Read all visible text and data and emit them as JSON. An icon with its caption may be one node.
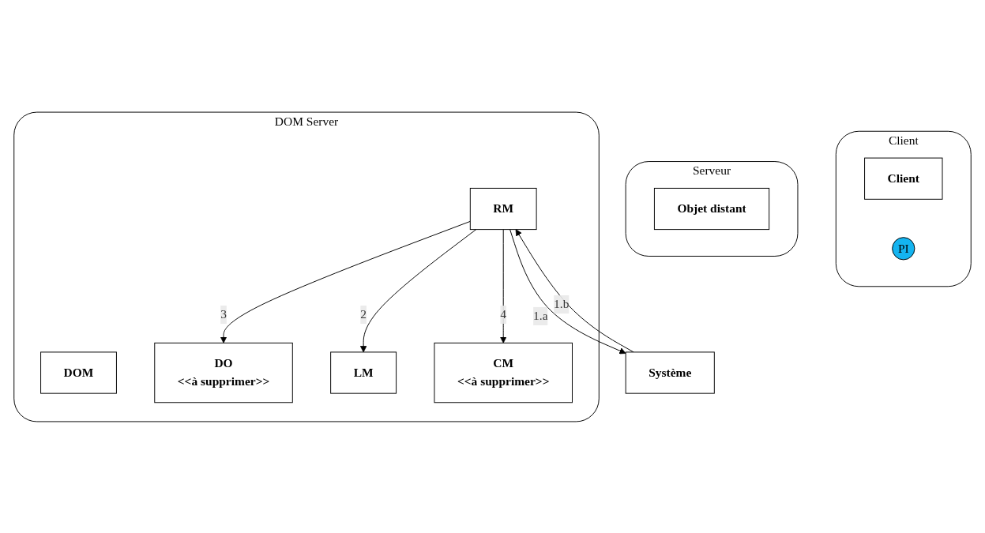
{
  "diagram": {
    "nodes": [
      {
        "text": [
          "Client"
        ]
      },
      {
        "text": [
          "Client"
        ],
        "in": 0
      },
      {
        "text": [
          "PI"
        ],
        "in": 0
      },
      {
        "text": [
          "Serveur"
        ]
      },
      {
        "text": [
          "Objet distant"
        ],
        "in": 3
      },
      {
        "text": [
          "DOM Server"
        ]
      },
      {
        "text": [
          "DOM"
        ],
        "in": 5
      },
      {
        "text": [
          "RM"
        ],
        "in": 5
      },
      {
        "text": [
          "DO",
          "<<à supprimer>>"
        ],
        "in": 5
      },
      {
        "text": [
          "LM"
        ],
        "in": 5
      },
      {
        "text": [
          "CM",
          "<<à supprimer>>"
        ],
        "in": 5
      },
      {
        "text": [
          "Système"
        ]
      }
    ],
    "edges": [
      {
        "from": 7,
        "to": 8,
        "arrow": "to",
        "label": "3"
      },
      {
        "from": 7,
        "to": 9,
        "arrow": "to",
        "label": "2"
      },
      {
        "from": 7,
        "to": 10,
        "arrow": "to",
        "label": "4"
      },
      {
        "from": 7,
        "to": 11,
        "arrow": "to",
        "label": "1.a"
      },
      {
        "from": 11,
        "to": 7,
        "arrow": "to",
        "label": "1.b"
      }
    ]
  }
}
